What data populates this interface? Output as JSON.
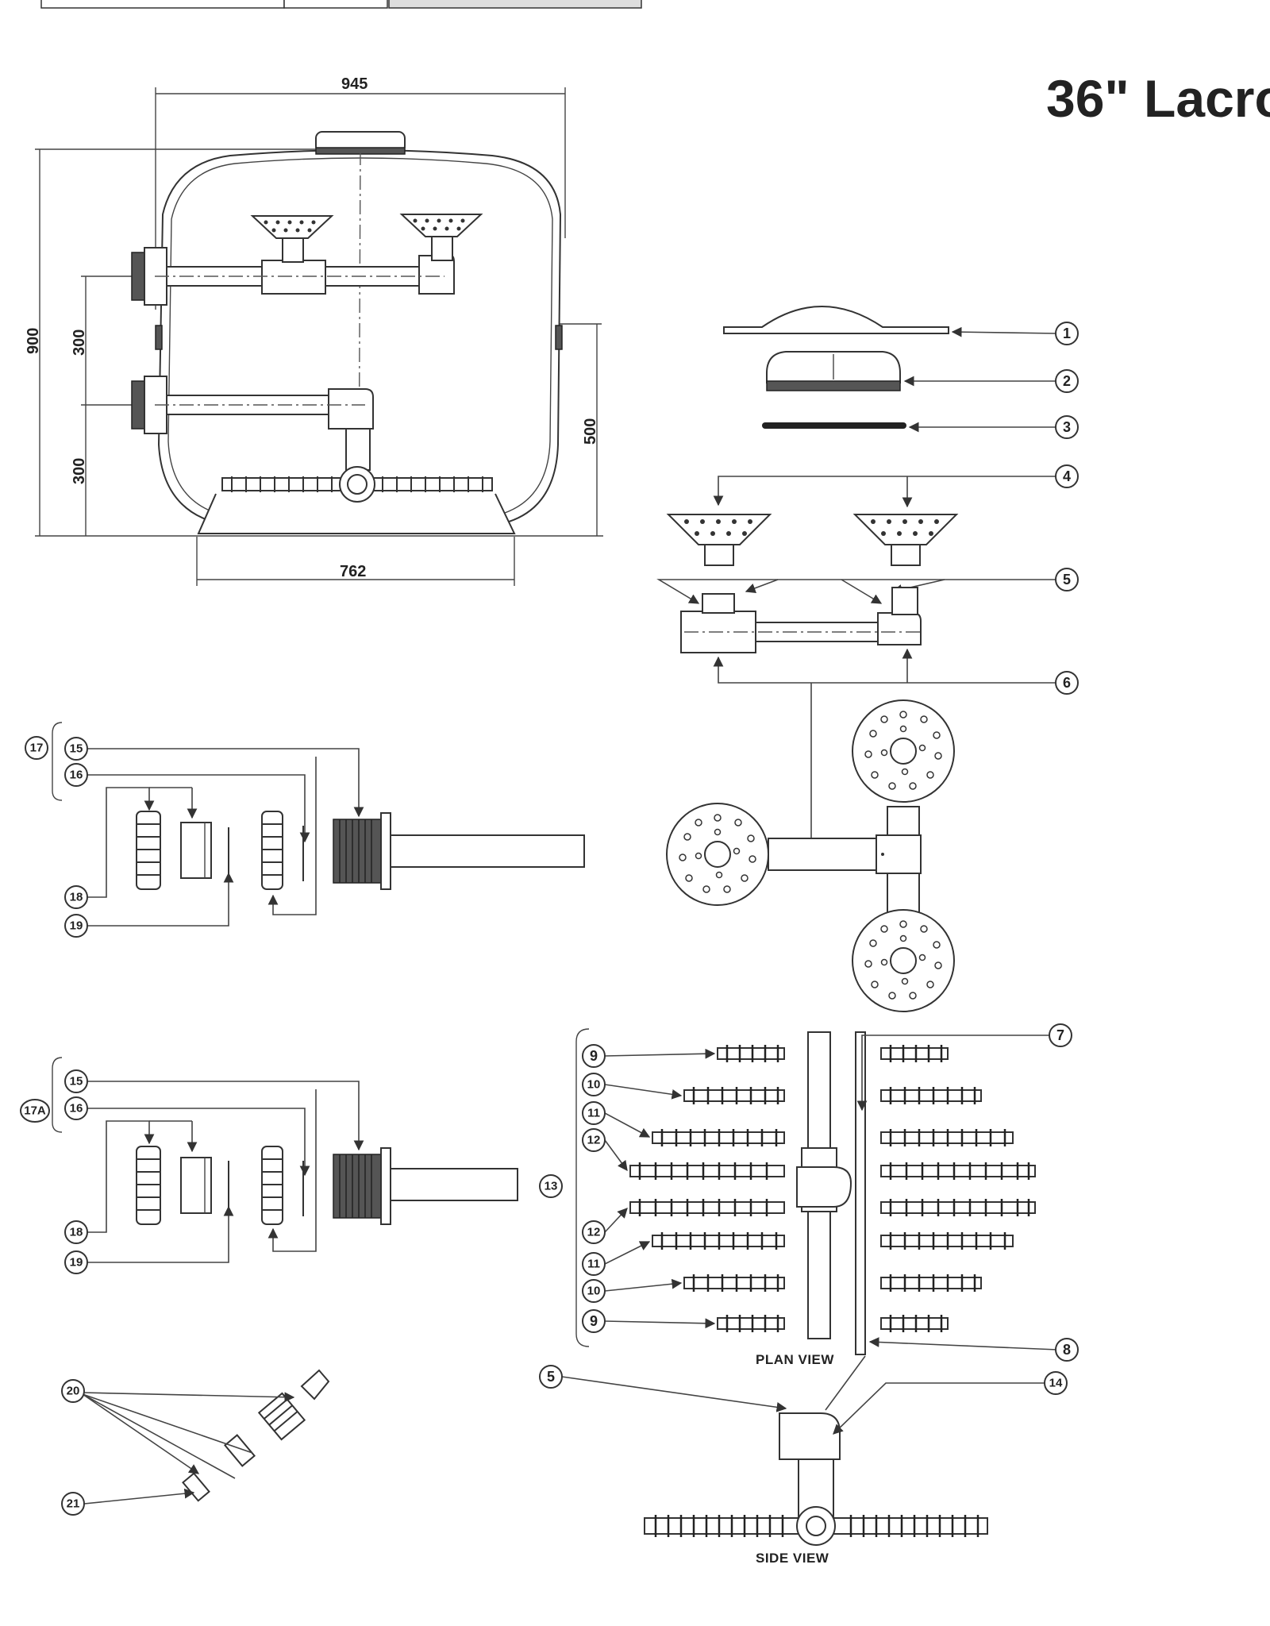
{
  "title": "36\" Lacro",
  "top_bar_tabs": [
    "",
    "",
    ""
  ],
  "dimensions": {
    "width": "945",
    "height": "900",
    "upper_spacing": "300",
    "lower_spacing": "300",
    "side_height": "500",
    "base_width": "762"
  },
  "callouts": [
    "1",
    "2",
    "3",
    "4",
    "5",
    "6",
    "7",
    "8",
    "9",
    "10",
    "11",
    "12",
    "13",
    "14",
    "15",
    "16",
    "17",
    "17A",
    "18",
    "19",
    "20",
    "21"
  ],
  "views": {
    "plan": "PLAN VIEW",
    "side": "SIDE VIEW"
  },
  "colors": {
    "line": "#333333",
    "background": "#ffffff",
    "tab_fill": "#dddddd"
  }
}
